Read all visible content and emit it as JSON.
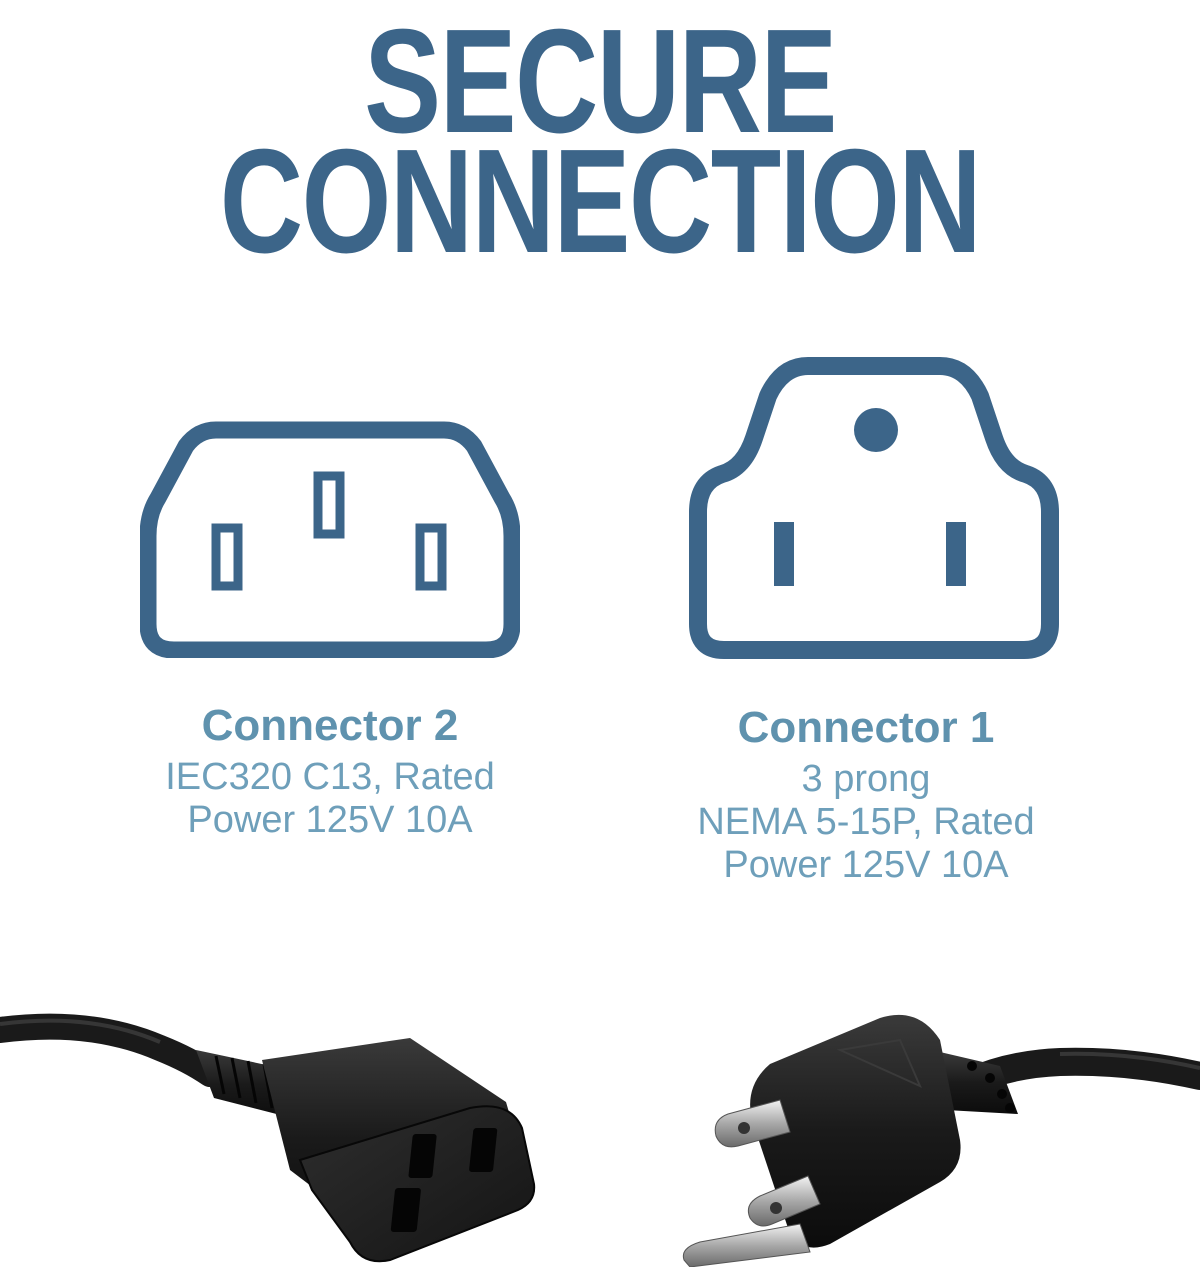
{
  "colors": {
    "headline": "#3c6589",
    "icon_stroke": "#3c6589",
    "label_title": "#5f92ae",
    "label_desc": "#6e9fba",
    "cable": "#1c1c1c",
    "prong": "#c7c7c7"
  },
  "headline": {
    "line1": "SECURE",
    "line2": "CONNECTION"
  },
  "connectors": [
    {
      "title": "Connector 2",
      "desc_lines": [
        "IEC320 C13, Rated",
        "Power 125V 10A"
      ],
      "icon": "iec-c13-socket-icon"
    },
    {
      "title": "Connector 1",
      "desc_lines": [
        "3 prong",
        "NEMA 5-15P, Rated",
        "Power 125V 10A"
      ],
      "icon": "nema-5-15-plug-icon"
    }
  ],
  "photo": {
    "left_image": "iec-c13-connector-photo",
    "right_image": "nema-plug-photo"
  }
}
